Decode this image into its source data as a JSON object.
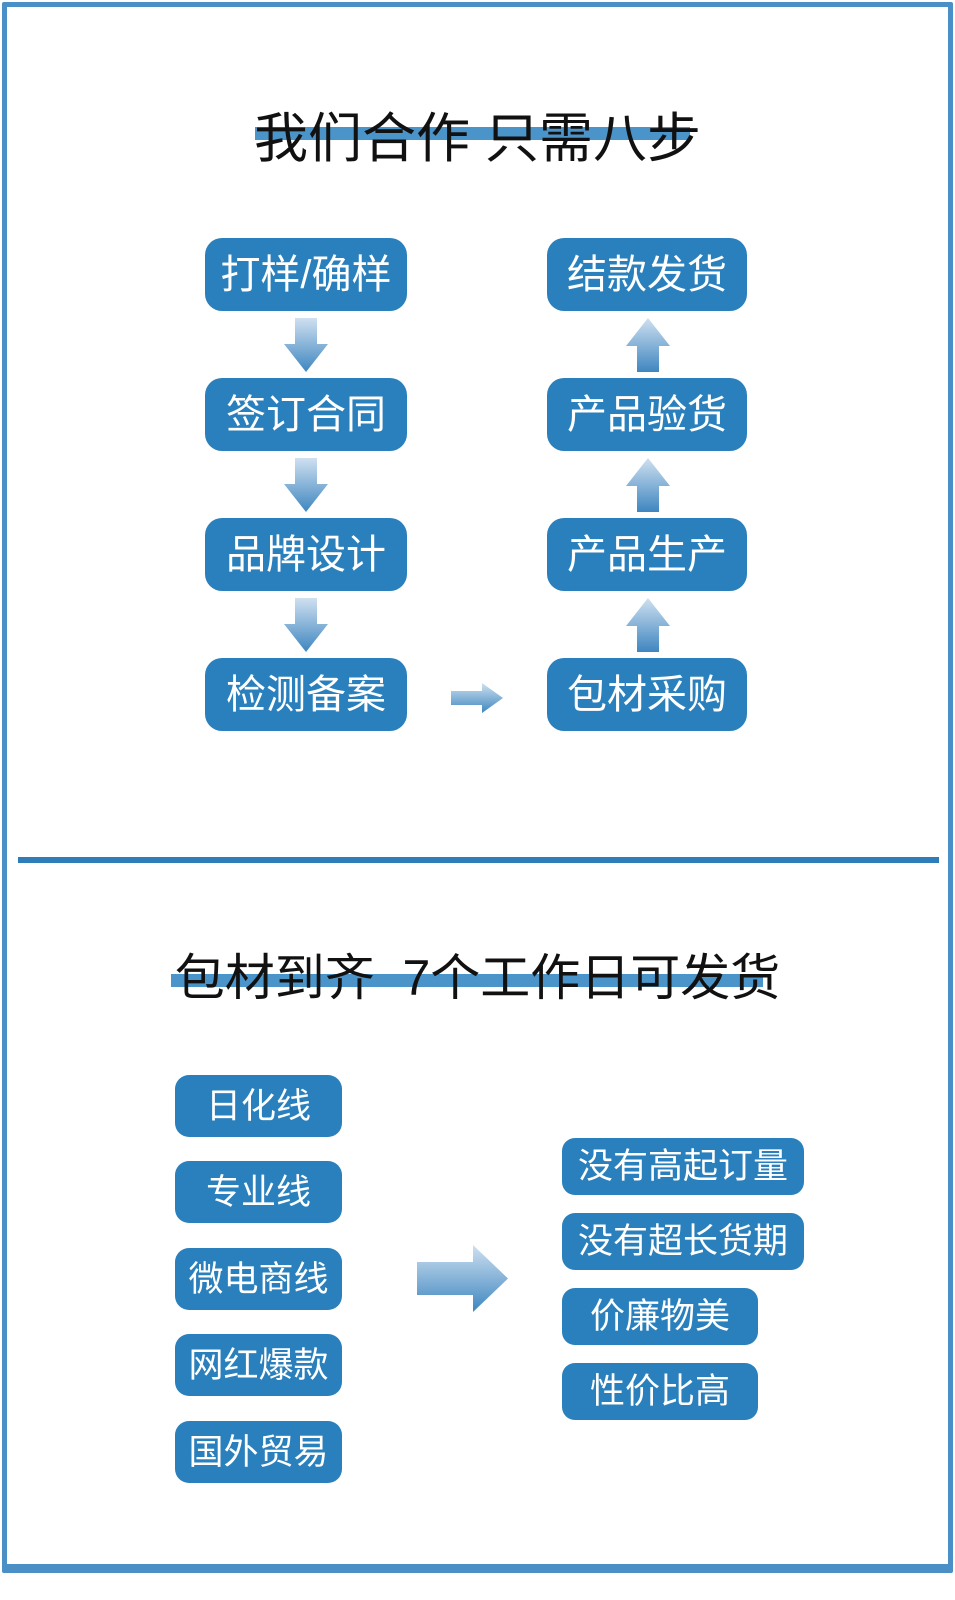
{
  "section_cooperation": {
    "title": "我们合作 只需八步",
    "left_column": [
      "打样/确样",
      "签订合同",
      "品牌设计",
      "检测备案"
    ],
    "right_column": [
      "结款发货",
      "产品验货",
      "产品生产",
      "包材采购"
    ]
  },
  "section_delivery": {
    "title": "包材到齐  7个工作日可发货",
    "product_lines": [
      "日化线",
      "专业线",
      "微电商线",
      "网红爆款",
      "国外贸易"
    ],
    "benefits": [
      "没有高起订量",
      "没有超长货期",
      "价廉物美",
      "性价比高"
    ]
  },
  "icons": {
    "down_arrow": "arrow-down-icon",
    "up_arrow": "arrow-up-icon",
    "right_arrow": "arrow-right-icon",
    "big_right_arrow": "big-arrow-right-icon"
  },
  "colors": {
    "box_blue": "#2a80bc",
    "frame_blue": "#4a90c6",
    "underline_blue": "#4b94ca",
    "divider_blue": "#2e7cb8",
    "arrow_gradient_light": "#cfe0f0",
    "arrow_gradient_dark": "#3e86c0",
    "title_text": "#111111",
    "box_text": "#ffffff"
  }
}
